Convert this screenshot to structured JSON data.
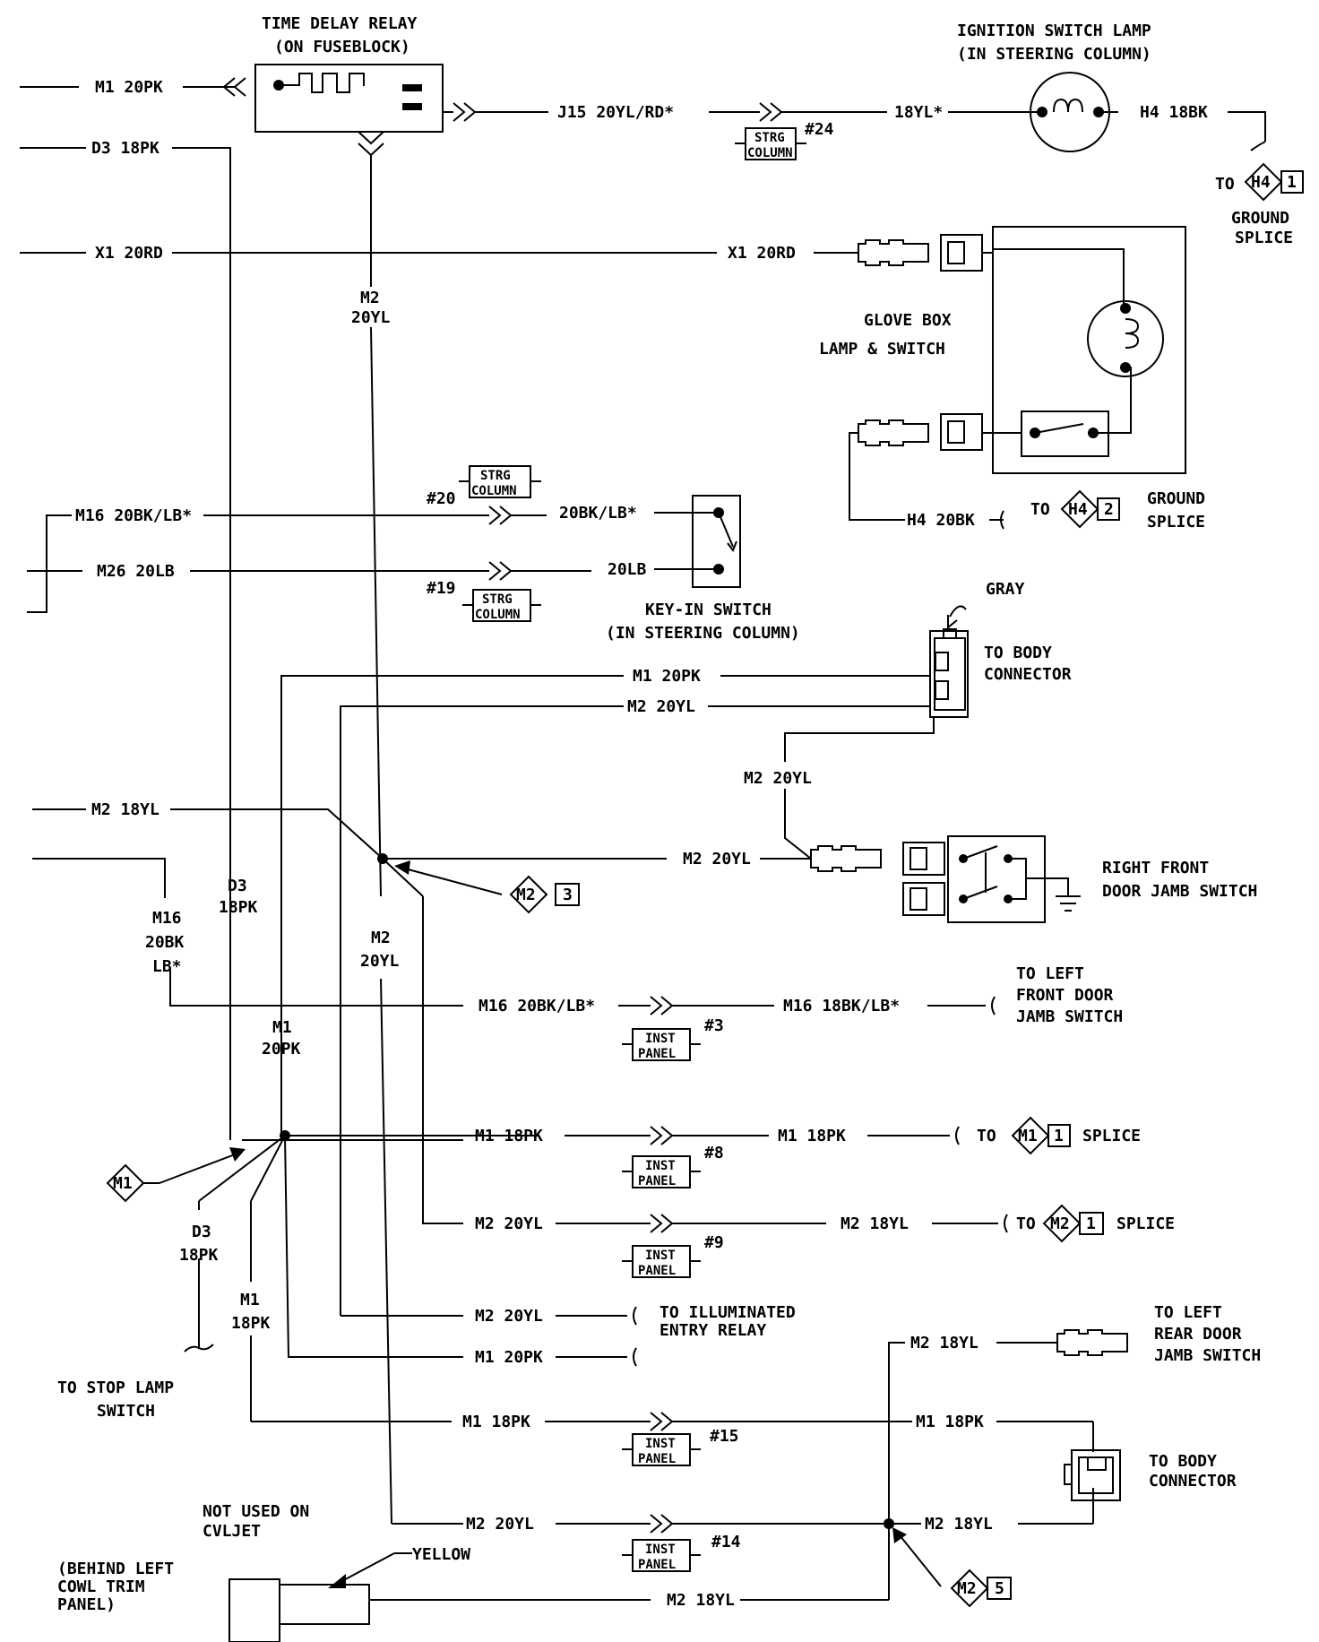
{
  "labels": {
    "time_delay_relay": "TIME DELAY RELAY",
    "on_fuseblock": "(ON FUSEBLOCK)",
    "ignition_switch_lamp": "IGNITION SWITCH LAMP",
    "in_steering_column": "(IN STEERING COLUMN)",
    "ground_splice": "GROUND",
    "splice_word": "SPLICE",
    "glove_box_1": "GLOVE BOX",
    "glove_box_2": "LAMP & SWITCH",
    "key_in_switch": "KEY-IN SWITCH",
    "key_in_sub": "(IN STEERING COLUMN)",
    "gray": "GRAY",
    "to_body_connector_1": "TO BODY",
    "to_body_connector_2": "CONNECTOR",
    "right_front_1": "RIGHT FRONT",
    "right_front_2": "DOOR JAMB SWITCH",
    "to_left_front_1": "TO LEFT",
    "to_left_front_2": "FRONT DOOR",
    "to_left_front_3": "JAMB SWITCH",
    "to_illum_1": "TO ILLUMINATED",
    "to_illum_2": "ENTRY RELAY",
    "to_left_rear_1": "TO LEFT",
    "to_left_rear_2": "REAR DOOR",
    "to_left_rear_3": "JAMB SWITCH",
    "to_stop_1": "TO STOP LAMP",
    "to_stop_2": "SWITCH",
    "not_used_1": "NOT USED ON",
    "not_used_2": "CVLJET",
    "behind_1": "(BEHIND LEFT",
    "behind_2": "COWL TRIM",
    "behind_3": "PANEL)",
    "yellow": "YELLOW",
    "to": "TO",
    "strg": "STRG",
    "column": "COLUMN",
    "inst": "INST",
    "panel": "PANEL"
  },
  "wires": {
    "m1_20pk": "M1 20PK",
    "d3_18pk": "D3 18PK",
    "x1_20rd": "X1 20RD",
    "x1_20rd_r": "X1 20RD",
    "j15": "J15 20YL/RD*",
    "yl18_star": "18YL*",
    "h4_18bk": "H4 18BK",
    "m2": "M2",
    "yl20": "20YL",
    "m16_20bk": "M16 20BK/LB*",
    "bk20_lb": "20BK/LB*",
    "m26_20lb": "M26 20LB",
    "lb20": "20LB",
    "h4_20bk": "H4 20BK",
    "m1_20pk_b": "M1 20PK",
    "m2_20yl_b": "M2 20YL",
    "m2_20yl_v": "M2 20YL",
    "m2_18yl": "M2 18YL",
    "m2_20yl_rf": "M2 20YL",
    "d3": "D3",
    "pk18": "18PK",
    "m16": "M16",
    "bk20": "20BK",
    "lb_star": "LB*",
    "m16_20bk_h": "M16 20BK/LB*",
    "m16_18bk": "M16 18BK/LB*",
    "m1": "M1",
    "pk20": "20PK",
    "m1_18pk_a": "M1 18PK",
    "m1_18pk_b": "M1 18PK",
    "m2_20yl_c": "M2 20YL",
    "m2_18yl_c": "M2 18YL",
    "m2_20yl_d": "M2 20YL",
    "m1_20pk_d": "M1 20PK",
    "m2_18yl_e": "M2 18YL",
    "m1_18pk_f": "M1 18PK",
    "m1_18pk_g": "M1 18PK",
    "m2_20yl_h": "M2 20YL",
    "m2_18yl_h": "M2 18YL",
    "m2_18yl_j": "M2 18YL"
  },
  "connectors": {
    "c24": "#24",
    "c20": "#20",
    "c19": "#19",
    "c3": "#3",
    "c8": "#8",
    "c9": "#9",
    "c15": "#15",
    "c14": "#14"
  },
  "splices": {
    "h4_1_id": "H4",
    "h4_1_n": "1",
    "h4_2_id": "H4",
    "h4_2_n": "2",
    "m2_3_id": "M2",
    "m2_3_n": "3",
    "m1_1_id": "M1",
    "m1_1_n": "1",
    "m2_1_id": "M2",
    "m2_1_n": "1",
    "m2_5_id": "M2",
    "m2_5_n": "5",
    "m1_id": "M1"
  }
}
